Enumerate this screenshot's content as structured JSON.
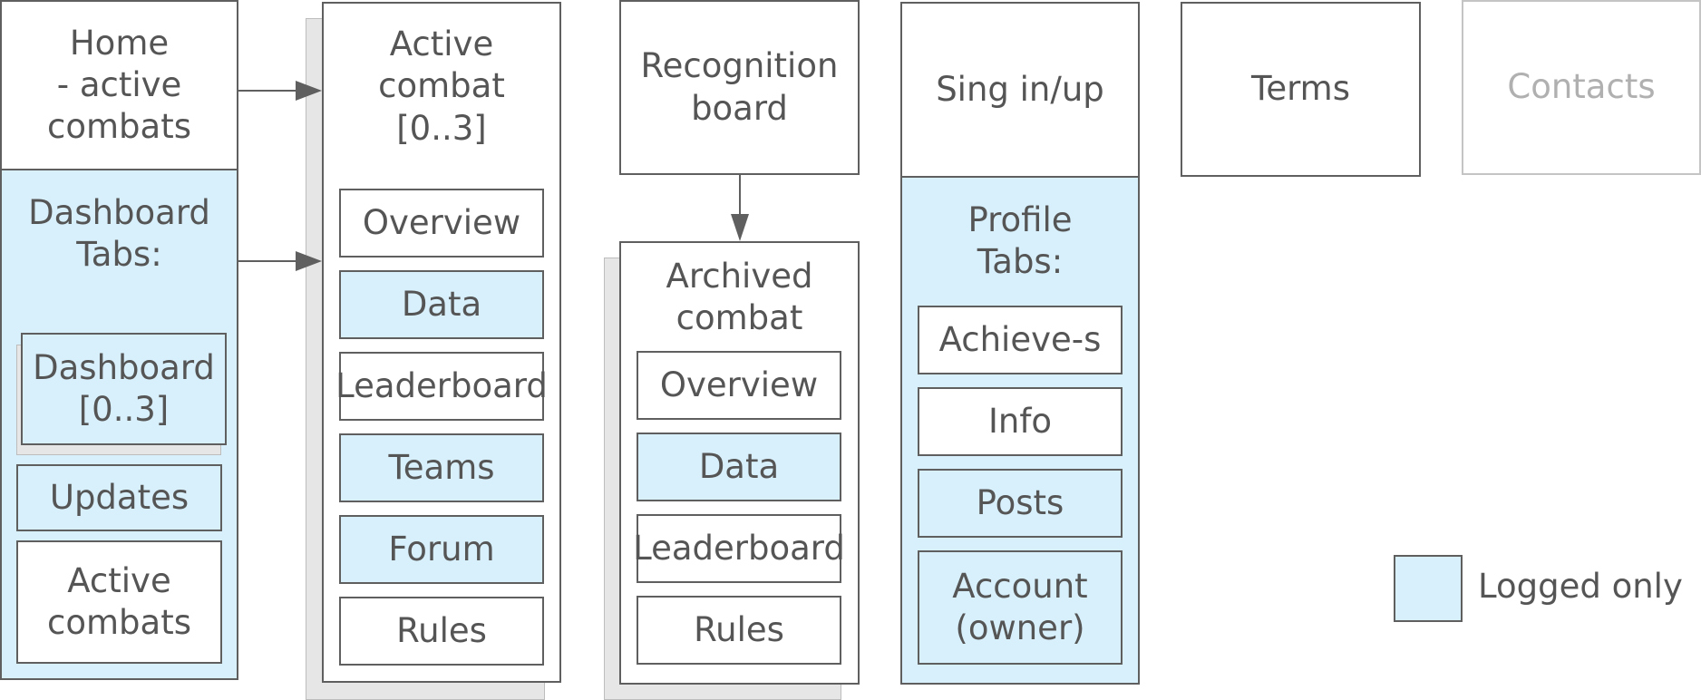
{
  "home": {
    "label": "Home\n- active\ncombats"
  },
  "dashboard_tabs": {
    "title": "Dashboard\nTabs:",
    "items": [
      {
        "label": "Dashboard\n[0..3]"
      },
      {
        "label": "Updates"
      },
      {
        "label": "Active\ncombats"
      }
    ]
  },
  "active_combat": {
    "title": "Active\ncombat\n[0..3]",
    "items": [
      {
        "label": "Overview"
      },
      {
        "label": "Data"
      },
      {
        "label": "Leaderboard"
      },
      {
        "label": "Teams"
      },
      {
        "label": "Forum"
      },
      {
        "label": "Rules"
      }
    ]
  },
  "recognition_board": {
    "label": "Recognition\nboard"
  },
  "archived_combat": {
    "title": "Archived\ncombat",
    "items": [
      {
        "label": "Overview"
      },
      {
        "label": "Data"
      },
      {
        "label": "Leaderboard"
      },
      {
        "label": "Rules"
      }
    ]
  },
  "sign_in": {
    "label": "Sing in/up"
  },
  "profile_tabs": {
    "title": "Profile\nTabs:",
    "items": [
      {
        "label": "Achieve-s"
      },
      {
        "label": "Info"
      },
      {
        "label": "Posts"
      },
      {
        "label": "Account\n(owner)"
      }
    ]
  },
  "terms": {
    "label": "Terms"
  },
  "contacts": {
    "label": "Contacts"
  },
  "legend": {
    "label": "Logged only"
  },
  "colors": {
    "logged_only_fill": "#d8f0fb",
    "border": "#5f5f5f",
    "text": "#555555",
    "shadow": "#e6e6e6",
    "faded": "#c4c4c4"
  }
}
